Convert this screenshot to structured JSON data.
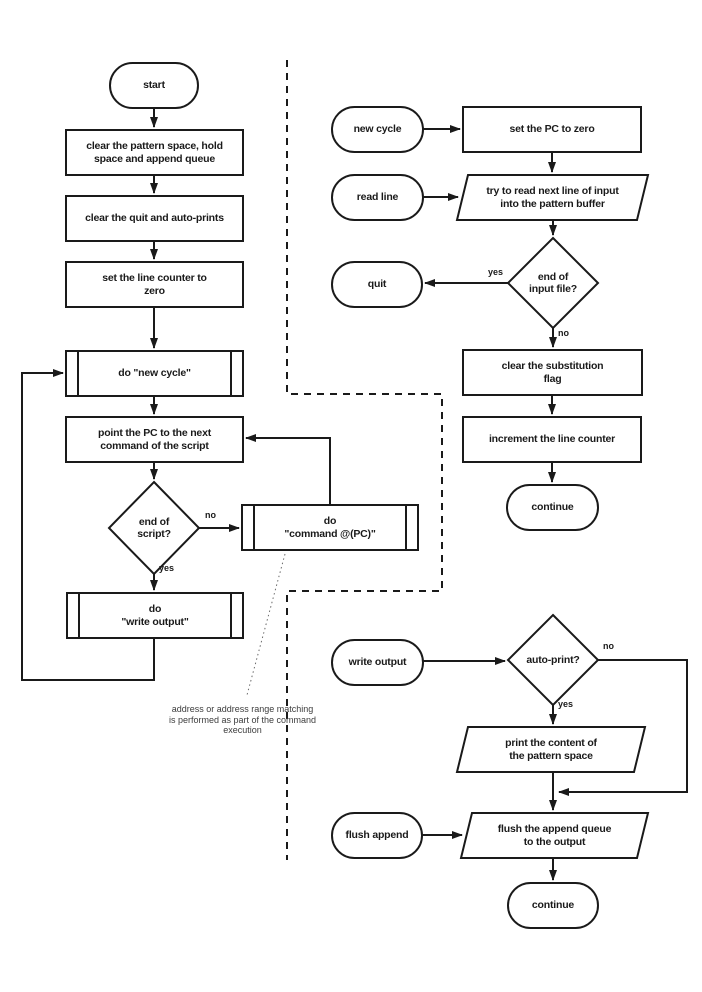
{
  "diagram": {
    "colors": {
      "stroke": "#1a1a1a",
      "background": "#ffffff",
      "annotation": "#3d3d3d"
    },
    "nodes": {
      "start": {
        "type": "terminator",
        "label": "start"
      },
      "clear_spaces": {
        "type": "process",
        "label": "clear the pattern space, hold\nspace and append queue"
      },
      "clear_flags": {
        "type": "process",
        "label": "clear the quit and auto-prints"
      },
      "set_line_counter": {
        "type": "process",
        "label": "set the line counter to\nzero"
      },
      "do_new_cycle": {
        "type": "predefined",
        "label": "do \"new cycle\""
      },
      "point_pc": {
        "type": "process",
        "label": "point the PC to the next\ncommand of the script"
      },
      "end_of_script": {
        "type": "decision",
        "label": "end of\nscript?"
      },
      "do_command": {
        "type": "predefined",
        "label": "do\n\"command @(PC)\""
      },
      "do_write_output": {
        "type": "predefined",
        "label": "do\n\"write output\""
      },
      "new_cycle_entry": {
        "type": "terminator",
        "label": "new cycle"
      },
      "set_pc_zero": {
        "type": "process",
        "label": "set the PC to zero"
      },
      "read_line_entry": {
        "type": "terminator",
        "label": "read line"
      },
      "try_read_line": {
        "type": "io",
        "label": "try to read next line of input\ninto the pattern buffer"
      },
      "quit": {
        "type": "terminator",
        "label": "quit"
      },
      "end_of_input": {
        "type": "decision",
        "label": "end of\ninput file?"
      },
      "clear_subst_flag": {
        "type": "process",
        "label": "clear the substitution\nflag"
      },
      "increment_counter": {
        "type": "process",
        "label": "increment the line counter"
      },
      "continue_cycle": {
        "type": "terminator",
        "label": "continue"
      },
      "write_output_entry": {
        "type": "terminator",
        "label": "write output"
      },
      "auto_print": {
        "type": "decision",
        "label": "auto-print?"
      },
      "print_pattern": {
        "type": "io",
        "label": "print the content of\nthe pattern space"
      },
      "flush_append_entry": {
        "type": "terminator",
        "label": "flush append"
      },
      "flush_queue": {
        "type": "io",
        "label": "flush the append queue\nto the output"
      },
      "continue_output": {
        "type": "terminator",
        "label": "continue"
      }
    },
    "edge_labels": {
      "end_of_script_no": "no",
      "end_of_script_yes": "yes",
      "end_of_input_yes": "yes",
      "end_of_input_no": "no",
      "auto_print_no": "no",
      "auto_print_yes": "yes"
    },
    "annotation": {
      "text": "address or address range matching\nis performed as part of the command\nexecution"
    }
  }
}
